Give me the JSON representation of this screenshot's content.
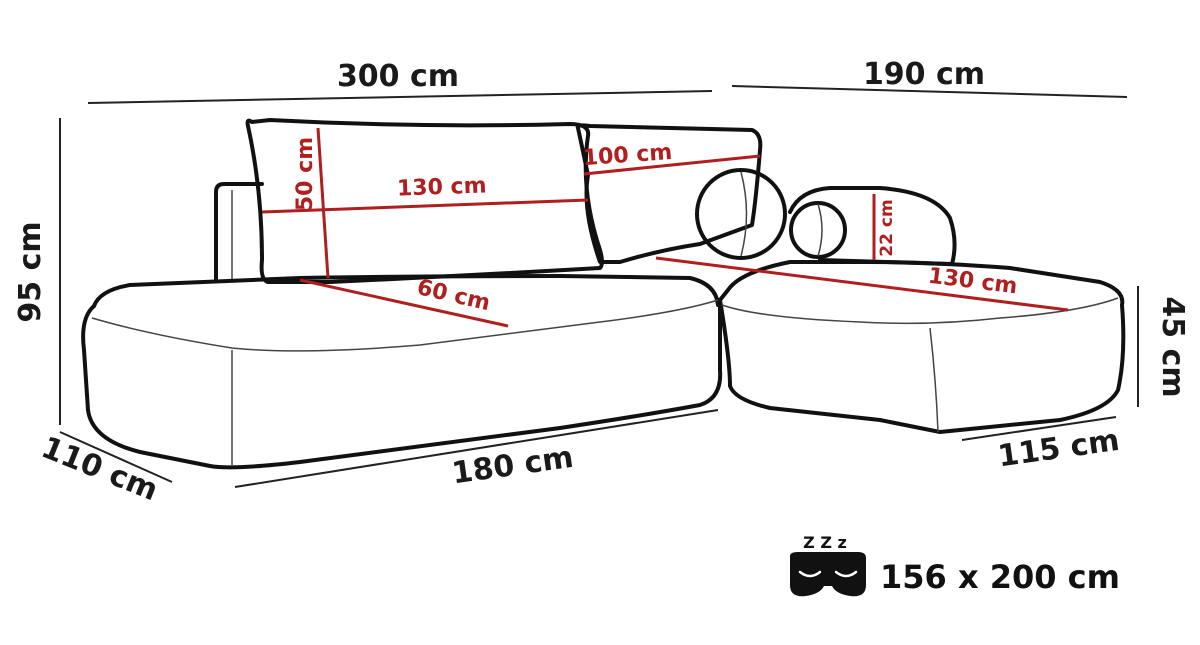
{
  "dimensions": {
    "total_length": "300 cm",
    "right_length": "190 cm",
    "total_height": "95 cm",
    "left_depth": "110 cm",
    "front_length": "180 cm",
    "right_depth": "115 cm",
    "seat_height": "45 cm"
  },
  "cushions": {
    "back_height": "50 cm",
    "back_width": "130 cm",
    "second_back_width": "100 cm",
    "bolster_diameter": "22 cm",
    "seat_depth": "60 cm",
    "chaise_length": "130 cm"
  },
  "sleep": {
    "zzz": "Z Z z",
    "area": "156 x 200 cm"
  },
  "colors": {
    "outline": "#111111",
    "measure_red": "#b01e1e"
  }
}
